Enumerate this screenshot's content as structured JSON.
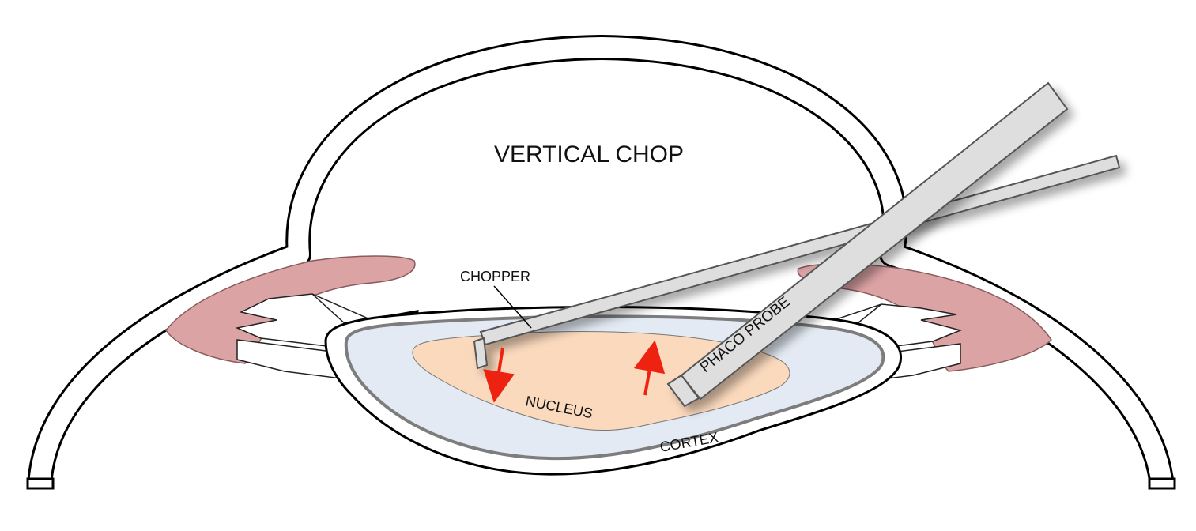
{
  "title": "VERTICAL CHOP",
  "labels": {
    "chopper": "CHOPPER",
    "phaco_probe": "PHACO PROBE",
    "nucleus": "NUCLEUS",
    "cortex": "CORTEX"
  },
  "colors": {
    "eye_wall_stroke": "#000000",
    "eye_wall_fill": "#ffffff",
    "iris_muscle": "#dca3a5",
    "iris_muscle_stroke": "#8a5a5c",
    "cortex_fill": "#e3eaf3",
    "capsule_stroke": "#7d7d7d",
    "nucleus_fill": "#fbd9bd",
    "instrument_fill": "#dedede",
    "instrument_stroke": "#555555",
    "arrow": "#ee2211"
  }
}
